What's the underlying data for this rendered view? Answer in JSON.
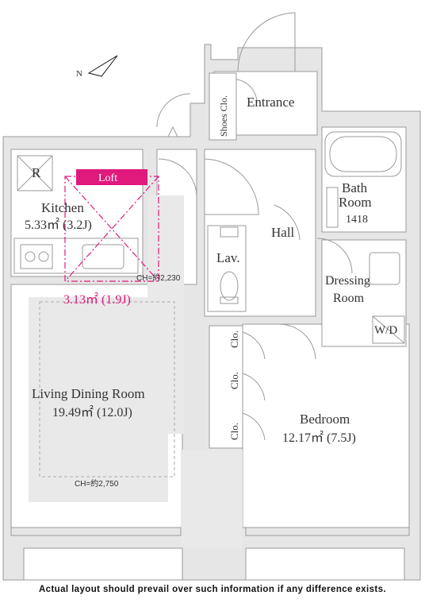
{
  "rooms": {
    "entrance": "Entrance",
    "shoes": "Shoes Clo.",
    "bath": "Bath",
    "bath2": "Room",
    "bath_size": "1418",
    "hall": "Hall",
    "lav": "Lav.",
    "dressing": "Dressing",
    "dressing2": "Room",
    "wd": "W/D",
    "kitchen": "Kitchen",
    "kitchen_area": "5.33㎡ (3.2J)",
    "refrigerator": "R",
    "loft": "Loft",
    "loft_area": "3.13㎡ (1.9J)",
    "ch_loft": "CH=約2,230",
    "living": "Living Dining Room",
    "living_area": "19.49㎡ (12.0J)",
    "ch_living": "CH=約2,750",
    "closet1": "Clo.",
    "closet2": "Clo.",
    "closet3": "Clo.",
    "bedroom": "Bedroom",
    "bedroom_area": "12.17㎡ (7.5J)"
  },
  "colors": {
    "accent": "#e0197d",
    "wall": "#e6e6e6",
    "line": "#9a9a9a"
  },
  "icons": {
    "north": "compass-north-icon"
  },
  "footer": "Actual layout should prevail over such information if any difference exists."
}
